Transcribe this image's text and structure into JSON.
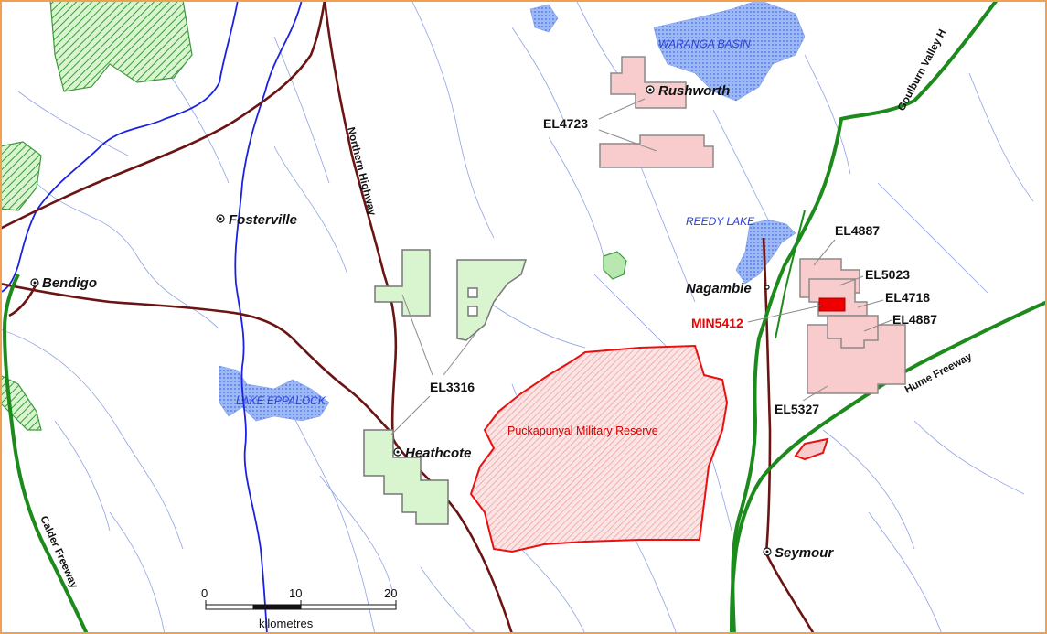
{
  "map": {
    "border_color": "#f0a050",
    "colors": {
      "river": "#1a22e0",
      "creek": "#8fa3e6",
      "highway": "#6b1414",
      "freeway": "#1c8a1c",
      "lake_fill": "#8fb0f0",
      "lease_fill": "#f8cccc",
      "lease_stroke": "#8a8a8a",
      "park_fill": "#d8f5d0",
      "park_stroke": "#6a8a6a",
      "reserve_color": "#e81010",
      "mining_licence": "#ee0000"
    }
  },
  "towns": {
    "rushworth": "Rushworth",
    "fosterville": "Fosterville",
    "bendigo": "Bendigo",
    "nagambie": "Nagambie",
    "heathcote": "Heathcote",
    "seymour": "Seymour"
  },
  "tenements": {
    "el4723": "EL4723",
    "el4887_a": "EL4887",
    "el5023": "EL5023",
    "el4718": "EL4718",
    "el4887_b": "EL4887",
    "min5412": "MIN5412",
    "el3316": "EL3316",
    "el5327": "EL5327"
  },
  "water": {
    "waranga": "WARANGA BASIN",
    "reedy": "REEDY LAKE",
    "eppalock": "LAKE EPPALOCK"
  },
  "roads": {
    "northern_hwy": "Northern Highway",
    "goulburn_valley": "Goulburn Valley H",
    "hume": "Hume Freeway",
    "calder": "Calder Freeway"
  },
  "reserve": {
    "label": "Puckapunyal Military Reserve"
  },
  "scale_bar": {
    "ticks": [
      "0",
      "10",
      "20"
    ],
    "unit": "kilometres"
  }
}
